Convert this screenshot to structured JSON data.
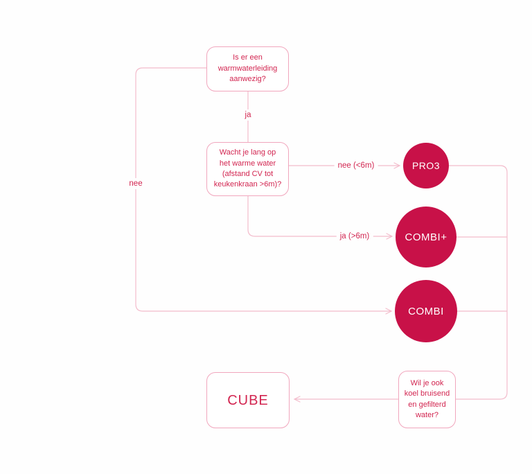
{
  "colors": {
    "circle_fill": "#C81148",
    "box_border": "#F1A6BD",
    "line": "#F3BCCC",
    "text": "#D22550",
    "circle_text": "#FFFFFF"
  },
  "nodes": {
    "q_warmwater": {
      "label": "Is er een\nwarmwaterleiding\naanwezig?"
    },
    "q_wachttijd": {
      "label": "Wacht je lang op\nhet warme water\n(afstand CV tot\nkeukenkraan >6m)?"
    },
    "q_koelwater": {
      "label": "Wil je ook\nkoel bruisend\nen gefilterd\nwater?"
    },
    "result_pro3": {
      "label": "PRO3"
    },
    "result_combiplus": {
      "label": "COMBI+"
    },
    "result_combi": {
      "label": "COMBI"
    },
    "result_cube": {
      "label": "CUBE"
    }
  },
  "edges": {
    "ja": "ja",
    "nee": "nee",
    "nee_kleiner_6m": "nee (<6m)",
    "ja_groter_6m": "ja (>6m)"
  }
}
